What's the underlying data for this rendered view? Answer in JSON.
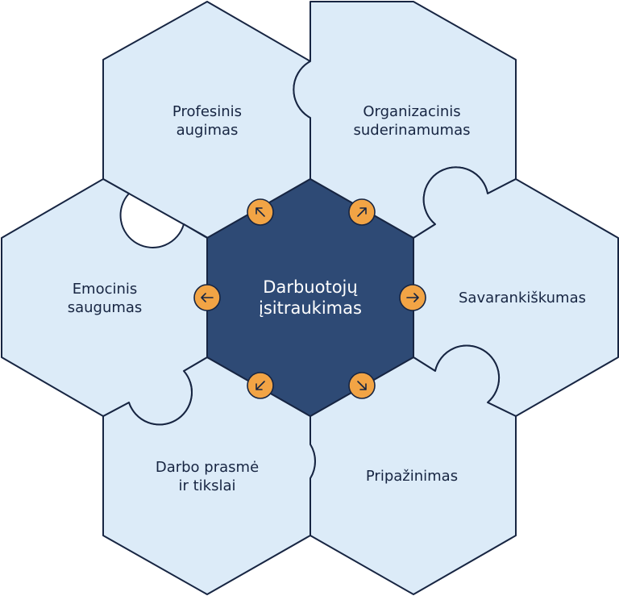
{
  "center": {
    "line1": "Darbuotojų",
    "line2": "įsitraukimas"
  },
  "petals": {
    "top_left": {
      "line1": "Profesinis",
      "line2": "augimas"
    },
    "top_right": {
      "line1": "Organizacinis",
      "line2": "suderinamumas"
    },
    "right": {
      "line1": "Savarankiškumas"
    },
    "bottom_right": {
      "line1": "Pripažinimas"
    },
    "bottom_left": {
      "line1": "Darbo prasmė",
      "line2": "ir tikslai"
    },
    "left": {
      "line1": "Emocinis",
      "line2": "saugumas"
    }
  },
  "colors": {
    "petal_fill": "#dcebf8",
    "center_fill": "#2e4a75",
    "outline": "#172542",
    "badge_fill": "#f2a445"
  },
  "badges": [
    "arrow-up-left-icon",
    "arrow-up-right-icon",
    "arrow-right-icon",
    "arrow-down-right-icon",
    "arrow-down-left-icon",
    "arrow-left-icon"
  ]
}
